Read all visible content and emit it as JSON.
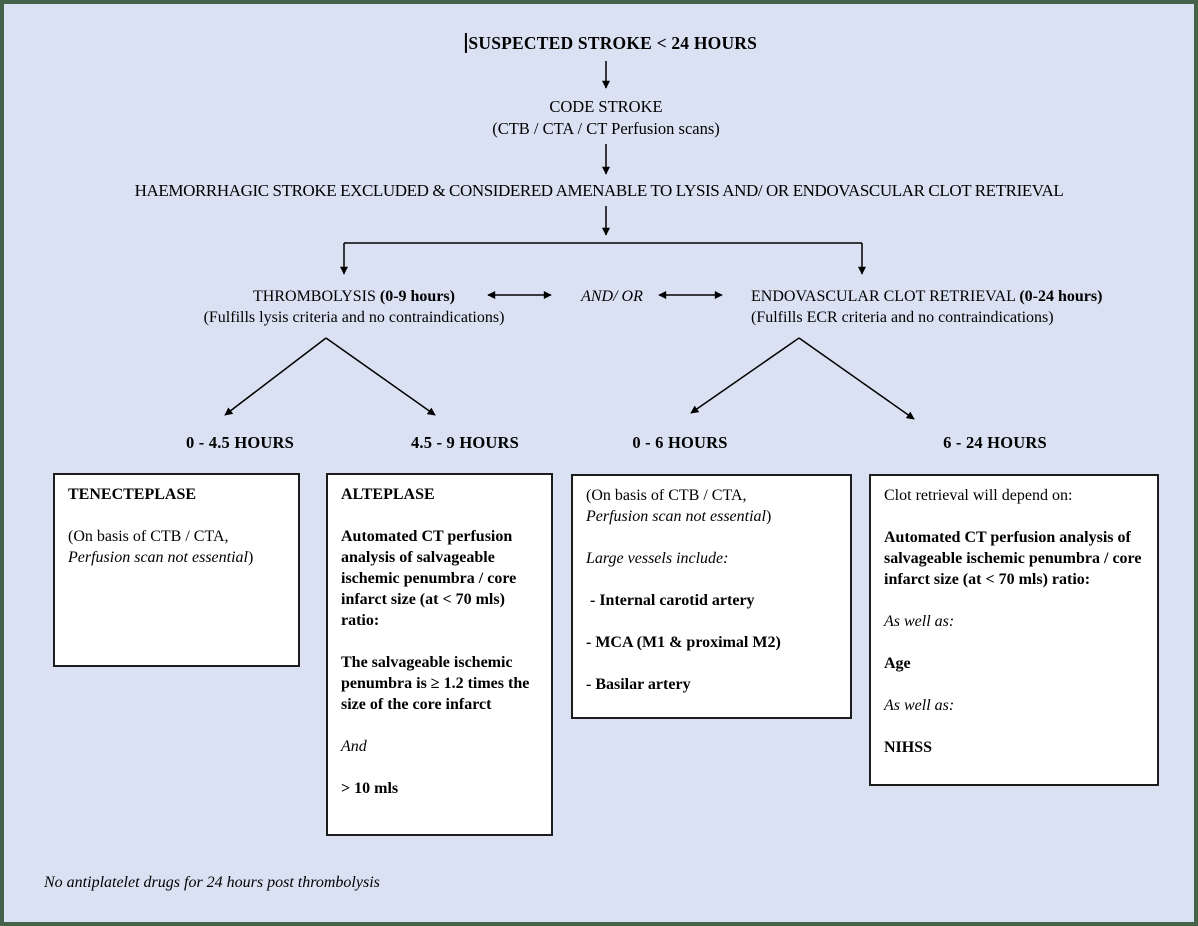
{
  "page": {
    "background_color": "#d9e1f3",
    "border_color": "#456349",
    "box_background": "#ffffff"
  },
  "flow": {
    "title": "SUSPECTED STROKE < 24 HOURS",
    "code_stroke_line1": "CODE STROKE",
    "code_stroke_line2": "(CTB / CTA / CT Perfusion scans)",
    "exclusion_line": "HAEMORRHAGIC STROKE EXCLUDED & CONSIDERED AMENABLE TO LYSIS AND/ OR ENDOVASCULAR CLOT RETRIEVAL",
    "and_or": "AND/ OR",
    "thrombolysis": {
      "lines": [
        [
          {
            "t": "THROMBOLYSIS "
          },
          {
            "t": "(0-9 hours)",
            "s": "b"
          }
        ],
        [
          {
            "t": "(Fulfills lysis criteria and no contraindications)"
          }
        ]
      ]
    },
    "ecr": {
      "lines": [
        [
          {
            "t": "ENDOVASCULAR CLOT RETRIEVAL "
          },
          {
            "t": "(0-24 hours)",
            "s": "b"
          }
        ],
        [
          {
            "t": "(Fulfills ECR criteria and no contraindications)"
          }
        ]
      ]
    },
    "hour_labels": {
      "h1": "0 - 4.5 HOURS",
      "h2": "4.5 - 9 HOURS",
      "h3": "0 - 6 HOURS",
      "h4": "6 - 24 HOURS"
    },
    "footer_note": "No antiplatelet drugs for 24 hours post thrombolysis"
  },
  "boxes": {
    "tenecteplase": {
      "lines": [
        [
          {
            "t": "TENECTEPLASE",
            "s": "b"
          }
        ],
        [],
        [
          {
            "t": "(On basis of CTB / CTA,"
          }
        ],
        [
          {
            "t": "Perfusion scan not essential",
            "s": "i"
          },
          {
            "t": ")"
          }
        ]
      ]
    },
    "alteplase": {
      "lines": [
        [
          {
            "t": "ALTEPLASE",
            "s": "b"
          }
        ],
        [],
        [
          {
            "t": "Automated CT perfusion analysis of salvageable ischemic penumbra / core infarct size (at < 70 mls) ratio:",
            "s": "b"
          }
        ],
        [],
        [
          {
            "t": "The salvageable ischemic penumbra is ≥ 1.2 times the size of the core infarct",
            "s": "b"
          }
        ],
        [],
        [
          {
            "t": "And",
            "s": "i"
          }
        ],
        [],
        [
          {
            "t": "> 10 mls",
            "s": "b"
          }
        ]
      ]
    },
    "ecr_0_6": {
      "lines": [
        [
          {
            "t": "(On basis of CTB / CTA,"
          }
        ],
        [
          {
            "t": "Perfusion scan not essential",
            "s": "i"
          },
          {
            "t": ")"
          }
        ],
        [],
        [
          {
            "t": "Large vessels include:",
            "s": "i"
          }
        ],
        [],
        [
          {
            "t": " - Internal carotid artery",
            "s": "b"
          }
        ],
        [],
        [
          {
            "t": "- MCA (M1 & proximal M2)",
            "s": "b"
          }
        ],
        [],
        [
          {
            "t": "- Basilar artery",
            "s": "b"
          }
        ]
      ]
    },
    "ecr_6_24": {
      "lines": [
        [
          {
            "t": "Clot retrieval will depend on:"
          }
        ],
        [],
        [
          {
            "t": "Automated CT perfusion analysis of salvageable ischemic penumbra / core infarct size (at < 70 mls) ratio:",
            "s": "b"
          }
        ],
        [],
        [
          {
            "t": "As well as:",
            "s": "i"
          }
        ],
        [],
        [
          {
            "t": "Age",
            "s": "b"
          }
        ],
        [],
        [
          {
            "t": "As well as:",
            "s": "i"
          }
        ],
        [],
        [
          {
            "t": "NIHSS",
            "s": "b"
          }
        ]
      ]
    }
  }
}
